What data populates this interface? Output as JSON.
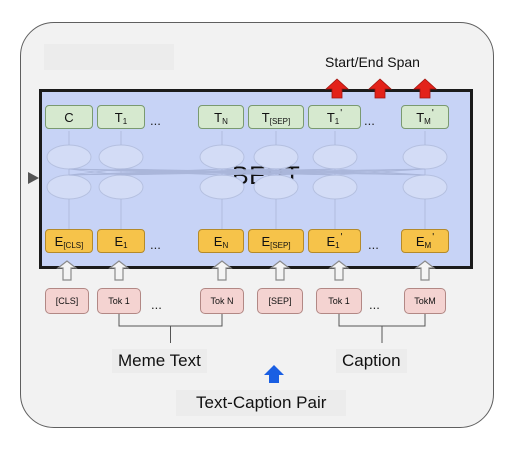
{
  "diagram": {
    "span_label": "Start/End Span",
    "model_label": "BERT",
    "output_tokens": [
      {
        "main": "C",
        "sub": "",
        "prime": ""
      },
      {
        "main": "T",
        "sub": "1",
        "prime": ""
      },
      {
        "main": "T",
        "sub": "N",
        "prime": ""
      },
      {
        "main": "T",
        "sub": "[SEP]",
        "prime": ""
      },
      {
        "main": "T",
        "sub": "1",
        "prime": "'"
      },
      {
        "main": "T",
        "sub": "M",
        "prime": "'"
      }
    ],
    "embedding_tokens": [
      {
        "main": "E",
        "sub": "[CLS]",
        "prime": ""
      },
      {
        "main": "E",
        "sub": "1",
        "prime": ""
      },
      {
        "main": "E",
        "sub": "N",
        "prime": ""
      },
      {
        "main": "E",
        "sub": "[SEP]",
        "prime": ""
      },
      {
        "main": "E",
        "sub": "1",
        "prime": "'"
      },
      {
        "main": "E",
        "sub": "M",
        "prime": "'"
      }
    ],
    "input_tokens": [
      "[CLS]",
      "Tok 1",
      "Tok N",
      "[SEP]",
      "Tok 1",
      "TokM"
    ],
    "ellipsis": "...",
    "group_labels": {
      "meme_text": "Meme Text",
      "caption": "Caption"
    },
    "pair_label": "Text-Caption Pair",
    "colors": {
      "bert_fill": "#c7d3f6",
      "output_fill": "#d6e9cf",
      "embedding_fill": "#f6c34a",
      "input_fill": "#f4d3d1",
      "span_arrow": "#e3221a",
      "pair_arrow": "#1a5fe3"
    }
  }
}
